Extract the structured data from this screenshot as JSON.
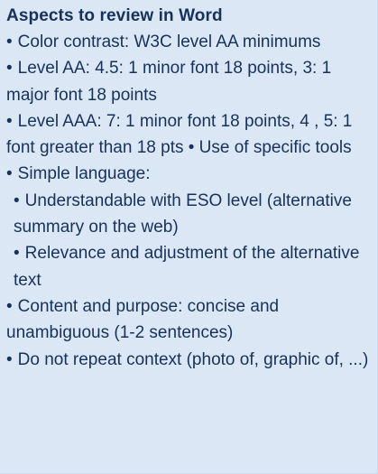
{
  "title": "Aspects to review in Word",
  "items": [
    "Color contrast: W3C level AA minimums",
    "Level AA: 4.5: 1 minor font 18 points, 3: 1 major font 18 points",
    "Level AAA: 7: 1 minor font 18 points, 4 , 5: 1 font greater than 18 pts • Use of specific tools",
    "Simple language:",
    "Understandable with ESO level (alternative summary on the web)",
    "Relevance and adjustment of the alternative text",
    "Content and purpose: concise and unambiguous (1-2 sentences)",
    "Do not repeat context (photo of, graphic of, ...)"
  ],
  "bullet": "•",
  "colors": {
    "background": "#dbe7f4",
    "text": "#17325a"
  }
}
